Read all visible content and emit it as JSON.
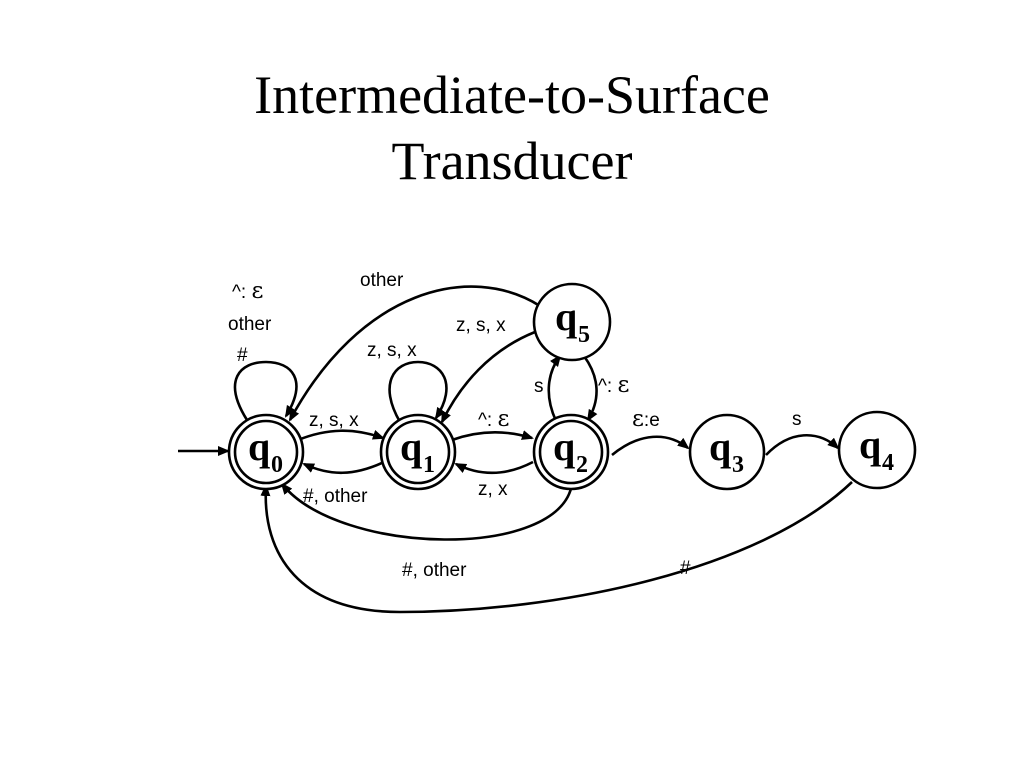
{
  "title": {
    "line1": "Intermediate-to-Surface",
    "line2": "Transducer"
  },
  "states": [
    {
      "id": "q0",
      "letter": "q",
      "sub": "0",
      "accepting": true,
      "start": true
    },
    {
      "id": "q1",
      "letter": "q",
      "sub": "1",
      "accepting": true,
      "start": false
    },
    {
      "id": "q2",
      "letter": "q",
      "sub": "2",
      "accepting": true,
      "start": false
    },
    {
      "id": "q3",
      "letter": "q",
      "sub": "3",
      "accepting": false,
      "start": false
    },
    {
      "id": "q4",
      "letter": "q",
      "sub": "4",
      "accepting": false,
      "start": false
    },
    {
      "id": "q5",
      "letter": "q",
      "sub": "5",
      "accepting": false,
      "start": false
    }
  ],
  "edge_labels": {
    "q0_self_line1_prefix": "^:",
    "q0_self_line1_eps": "ε",
    "q0_self_line2": "other",
    "q0_self_line3": "#",
    "q5_to_q0": "other",
    "q5_to_q1": "z, s, x",
    "q1_self": "z, s, x",
    "q0_to_q1": "z, s, x",
    "q1_to_q2_prefix": "^:",
    "q1_to_q2_eps": "ε",
    "q1_to_q0": "#, other",
    "q2_to_q1": "z, x",
    "q2_to_q5": "s",
    "q5_to_q2_prefix": "^:",
    "q5_to_q2_eps": "ε",
    "q2_to_q3_eps": "ε",
    "q2_to_q3_suffix": ":e",
    "q3_to_q4": "s",
    "q2_to_q0": "#, other",
    "q4_to_q0": "#"
  }
}
